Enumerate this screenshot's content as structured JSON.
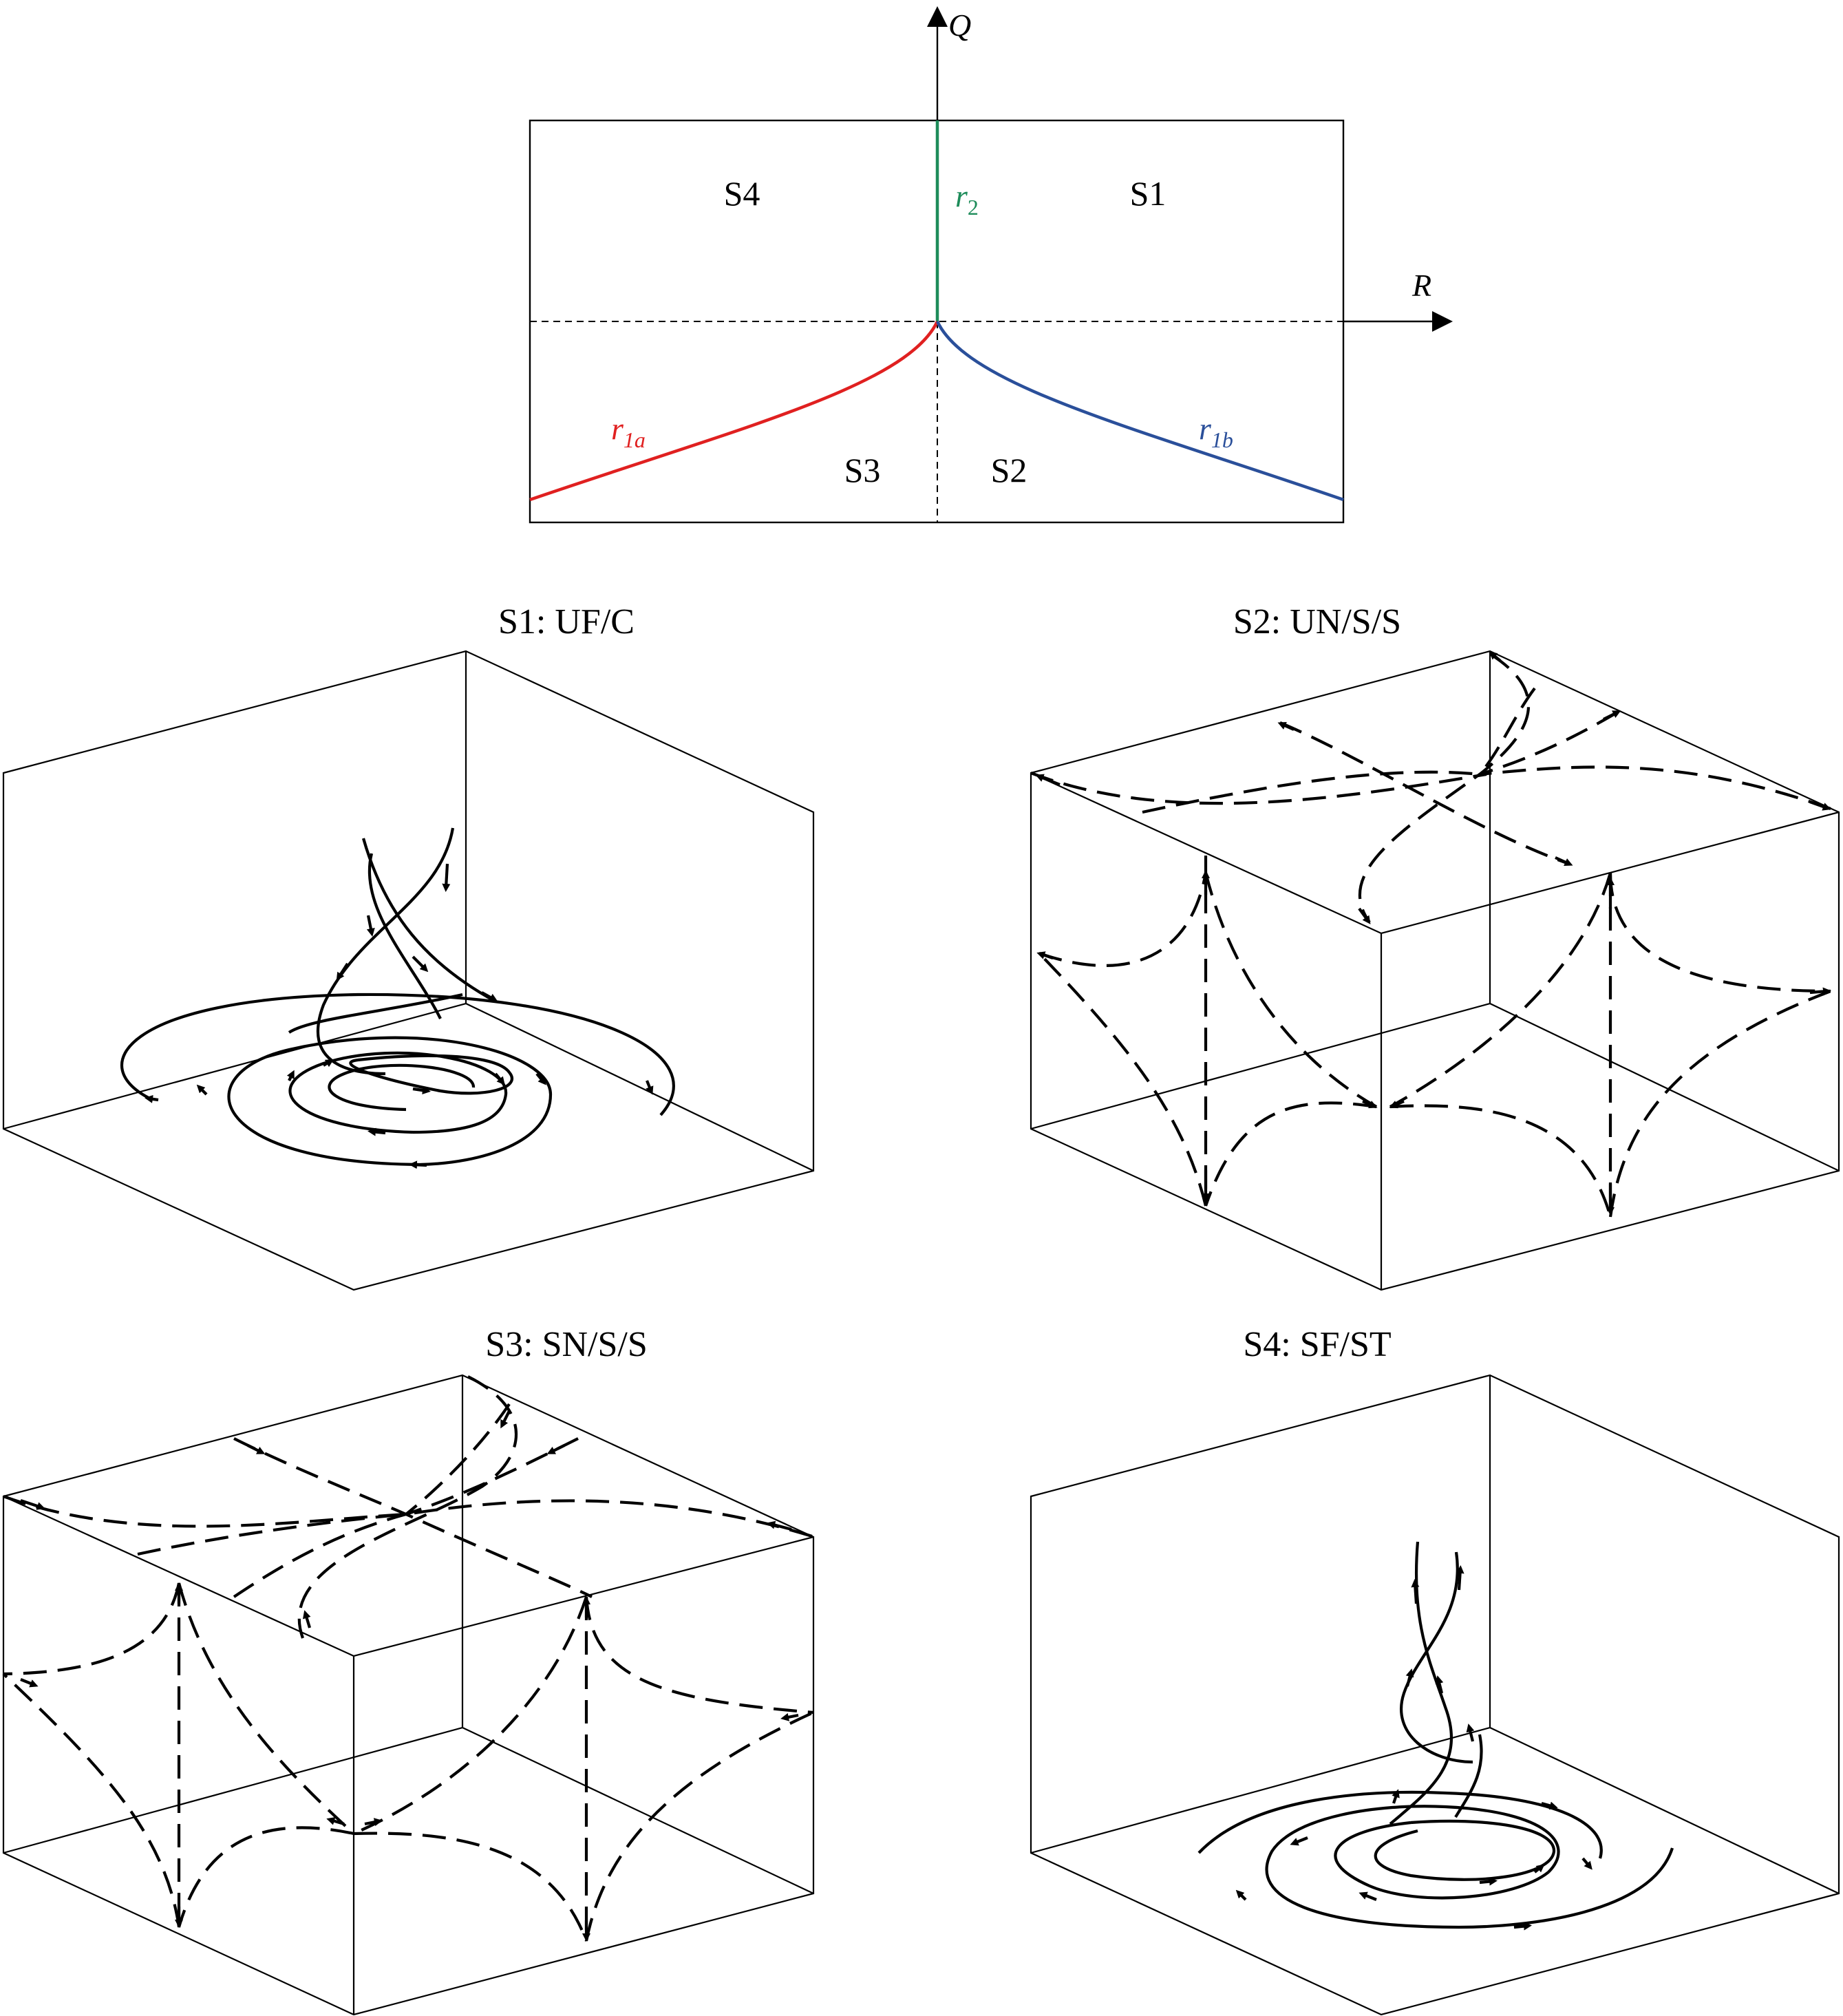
{
  "regime_map": {
    "axes": {
      "x": "R",
      "y": "Q"
    },
    "regions": {
      "s1": "S1",
      "s2": "S2",
      "s3": "S3",
      "s4": "S4"
    },
    "curves": [
      {
        "id": "r2",
        "base": "r",
        "sub": "2",
        "color": "#1e8c5a"
      },
      {
        "id": "r1a",
        "base": "r",
        "sub": "1a",
        "color": "#e02020"
      },
      {
        "id": "r1b",
        "base": "r",
        "sub": "1b",
        "color": "#2a4f9a"
      }
    ]
  },
  "panels": [
    {
      "id": "s1",
      "title": "S1: UF/C"
    },
    {
      "id": "s2",
      "title": "S2: UN/S/S"
    },
    {
      "id": "s3",
      "title": "S3: SN/S/S"
    },
    {
      "id": "s4",
      "title": "S4: SF/ST"
    }
  ]
}
